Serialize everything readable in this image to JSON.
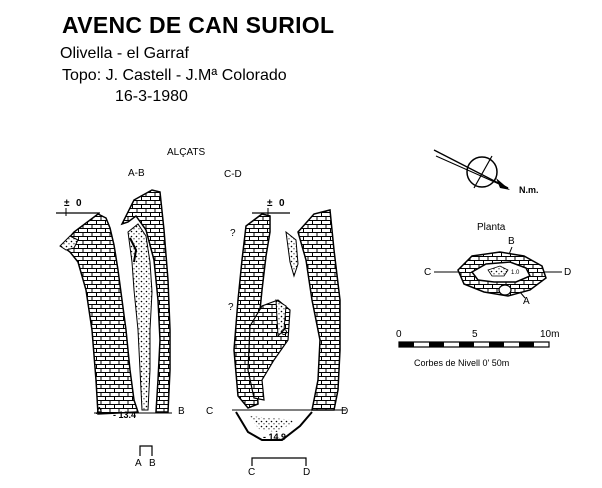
{
  "header": {
    "title": "AVENC DE CAN SURIOL",
    "location": "Olivella - el Garraf",
    "topo": "Topo: J. Castell - J.Mª Colorado",
    "date": "16-3-1980"
  },
  "elevations": {
    "heading": "ALÇATS",
    "section_ab": {
      "label": "A-B",
      "datum": "0",
      "datum_sign": "±",
      "depth": "- 13.4",
      "end_left": "A",
      "end_right": "B",
      "key_left": "A",
      "key_right": "B",
      "question_marks": [
        "?"
      ]
    },
    "section_cd": {
      "label": "C-D",
      "datum": "0",
      "datum_sign": "±",
      "depth": "- 14.9",
      "end_left": "C",
      "end_right": "D",
      "key_left": "C",
      "key_right": "D",
      "question_marks": [
        "?",
        "?"
      ]
    }
  },
  "north": {
    "label": "N.m."
  },
  "plan": {
    "heading": "Planta",
    "label_a": "A",
    "label_b": "B",
    "label_c": "C",
    "label_d": "D",
    "inner_label": "1.0"
  },
  "scale": {
    "ticks": [
      "0",
      "5",
      "10m"
    ],
    "caption": "Corbes de Nivell 0' 50m"
  },
  "colors": {
    "ink": "#000000",
    "paper": "#ffffff"
  },
  "icons": [
    "north-arrow-icon",
    "rock-hatch-icon"
  ]
}
